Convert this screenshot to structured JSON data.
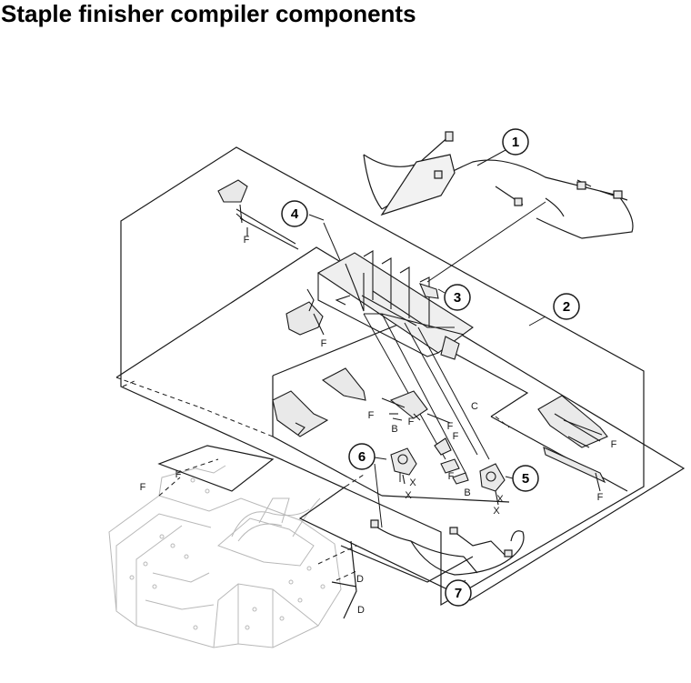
{
  "title": "Staple finisher compiler components",
  "colors": {
    "line": "#1a1a1a",
    "ghost": "#b8b8b8",
    "part_fill": "#e9e9e9",
    "background": "#ffffff"
  },
  "callouts": [
    "1",
    "2",
    "3",
    "4",
    "5",
    "6",
    "7"
  ],
  "letter_labels": {
    "F": "F",
    "B": "B",
    "C": "C",
    "X": "X",
    "D": "D"
  }
}
